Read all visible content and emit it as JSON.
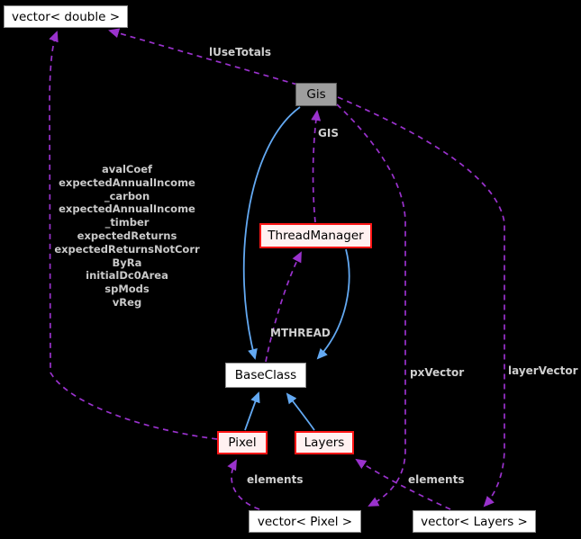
{
  "diagram": {
    "kind": "doxygen-collaboration-graph",
    "colors": {
      "background": "#000000",
      "usage_edge": "#9a32cd",
      "inheritance_edge": "#63a9f2",
      "edge_label_text": "#cfcfcf",
      "node_border_gray": "#8f8f8f",
      "node_fill_white": "#ffffff",
      "node_border_red": "#fe1616",
      "node_fill_pink": "#fff1f1",
      "focus_node_fill": "#9e9e9e"
    }
  },
  "nodes": {
    "vector_double": {
      "label": "vector< double >"
    },
    "gis": {
      "label": "Gis"
    },
    "thread_manager": {
      "label": "ThreadManager"
    },
    "base_class": {
      "label": "BaseClass"
    },
    "pixel": {
      "label": "Pixel"
    },
    "layers": {
      "label": "Layers"
    },
    "vector_pixel": {
      "label": "vector< Pixel >"
    },
    "vector_layers": {
      "label": "vector< Layers >"
    }
  },
  "edge_labels": {
    "l_use_totals": "lUseTotals",
    "gis": "GIS",
    "mthread": "MTHREAD",
    "px_vector": "pxVector",
    "layer_vector": "layerVector",
    "elements_pixel": "elements",
    "elements_layers": "elements"
  },
  "member_list": {
    "lines": [
      "avalCoef",
      "expectedAnnualIncome",
      "_carbon",
      "expectedAnnualIncome",
      "_timber",
      "expectedReturns",
      "expectedReturnsNotCorr",
      "ByRa",
      "initialDc0Area",
      "spMods",
      "vReg"
    ]
  }
}
